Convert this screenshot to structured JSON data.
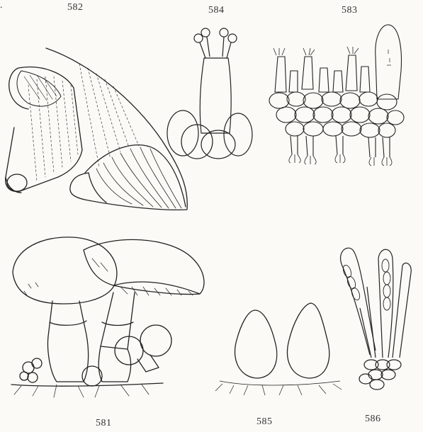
{
  "page": {
    "corner_mark": ".",
    "figure_numbers": {
      "fig_582": "582",
      "fig_584": "584",
      "fig_583": "583",
      "fig_581": "581",
      "fig_585": "585",
      "fig_586": "586"
    }
  },
  "colors": {
    "ink": "#222222",
    "paper": "#fbfaf6"
  }
}
